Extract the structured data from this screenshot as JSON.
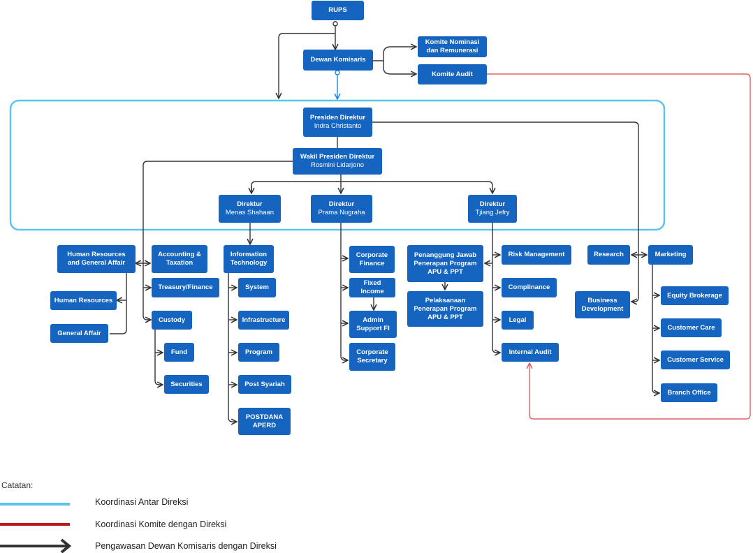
{
  "nodes": {
    "rups": {
      "title": "RUPS"
    },
    "dewan": {
      "title": "Dewan Komisaris"
    },
    "komite_nom": {
      "title": "Komite Nominasi\ndan Remunerasi"
    },
    "komite_audit": {
      "title": "Komite Audit"
    },
    "presdir": {
      "title": "Presiden Direktur",
      "name": "Indra Christanto"
    },
    "wapresdir": {
      "title": "Wakil Presiden Direktur",
      "name": "Rosmini Lidarjono"
    },
    "dir1": {
      "title": "Direktur",
      "name": "Menas Shahaan"
    },
    "dir2": {
      "title": "Direktur",
      "name": "Prama Nugraha"
    },
    "dir3": {
      "title": "Direktur",
      "name": "Tjiang Jefry"
    },
    "hr_ga": {
      "title": "Human Resources\nand General Affair"
    },
    "accounting": {
      "title": "Accounting &\nTaxation"
    },
    "treasury": {
      "title": "Treasury/Finance"
    },
    "custody": {
      "title": "Custody"
    },
    "fund": {
      "title": "Fund"
    },
    "securities": {
      "title": "Securities"
    },
    "hr": {
      "title": "Human Resources"
    },
    "ga": {
      "title": "General Affair"
    },
    "it": {
      "title": "Information\nTechnology"
    },
    "system": {
      "title": "System"
    },
    "infra": {
      "title": "Infrastructure"
    },
    "program": {
      "title": "Program"
    },
    "post_syariah": {
      "title": "Post Syariah"
    },
    "postdana": {
      "title": "POSTDANA\nAPERD"
    },
    "corp_fin": {
      "title": "Corporate\nFinance"
    },
    "fixed_income": {
      "title": "Fixed Income"
    },
    "admin_fi": {
      "title": "Admin\nSupport FI"
    },
    "corp_sec": {
      "title": "Corporate\nSecretary"
    },
    "pj_apu": {
      "title": "Penanggung Jawab\nPenerapan Program\nAPU & PPT"
    },
    "pel_apu": {
      "title": "Pelaksanaan\nPenerapan Program\nAPU & PPT"
    },
    "risk": {
      "title": "Risk Management"
    },
    "compliance": {
      "title": "Complinance"
    },
    "legal": {
      "title": "Legal"
    },
    "internal_audit": {
      "title": "Internal Audit"
    },
    "research": {
      "title": "Research"
    },
    "marketing": {
      "title": "Marketing"
    },
    "bizdev": {
      "title": "Business\nDevelopment"
    },
    "equity": {
      "title": "Equity Brokerage"
    },
    "customer_care": {
      "title": "Customer Care"
    },
    "customer_service": {
      "title": "Customer Service"
    },
    "branch": {
      "title": "Branch Office"
    }
  },
  "legend": {
    "title": "Catatan:",
    "items": [
      {
        "label": "Koordinasi Antar Direksi",
        "color": "#5bc4e8"
      },
      {
        "label": "Koordinasi Komite dengan Direksi",
        "color": "#b71c1c"
      },
      {
        "label": "Pengawasan Dewan Komisaris dengan Direksi",
        "color": "#333333"
      }
    ]
  },
  "colors": {
    "box": "#1565c0",
    "line_dark": "#333333",
    "line_red": "#e06060",
    "line_blue": "#1e88e5",
    "frame": "#5bc4e8"
  }
}
